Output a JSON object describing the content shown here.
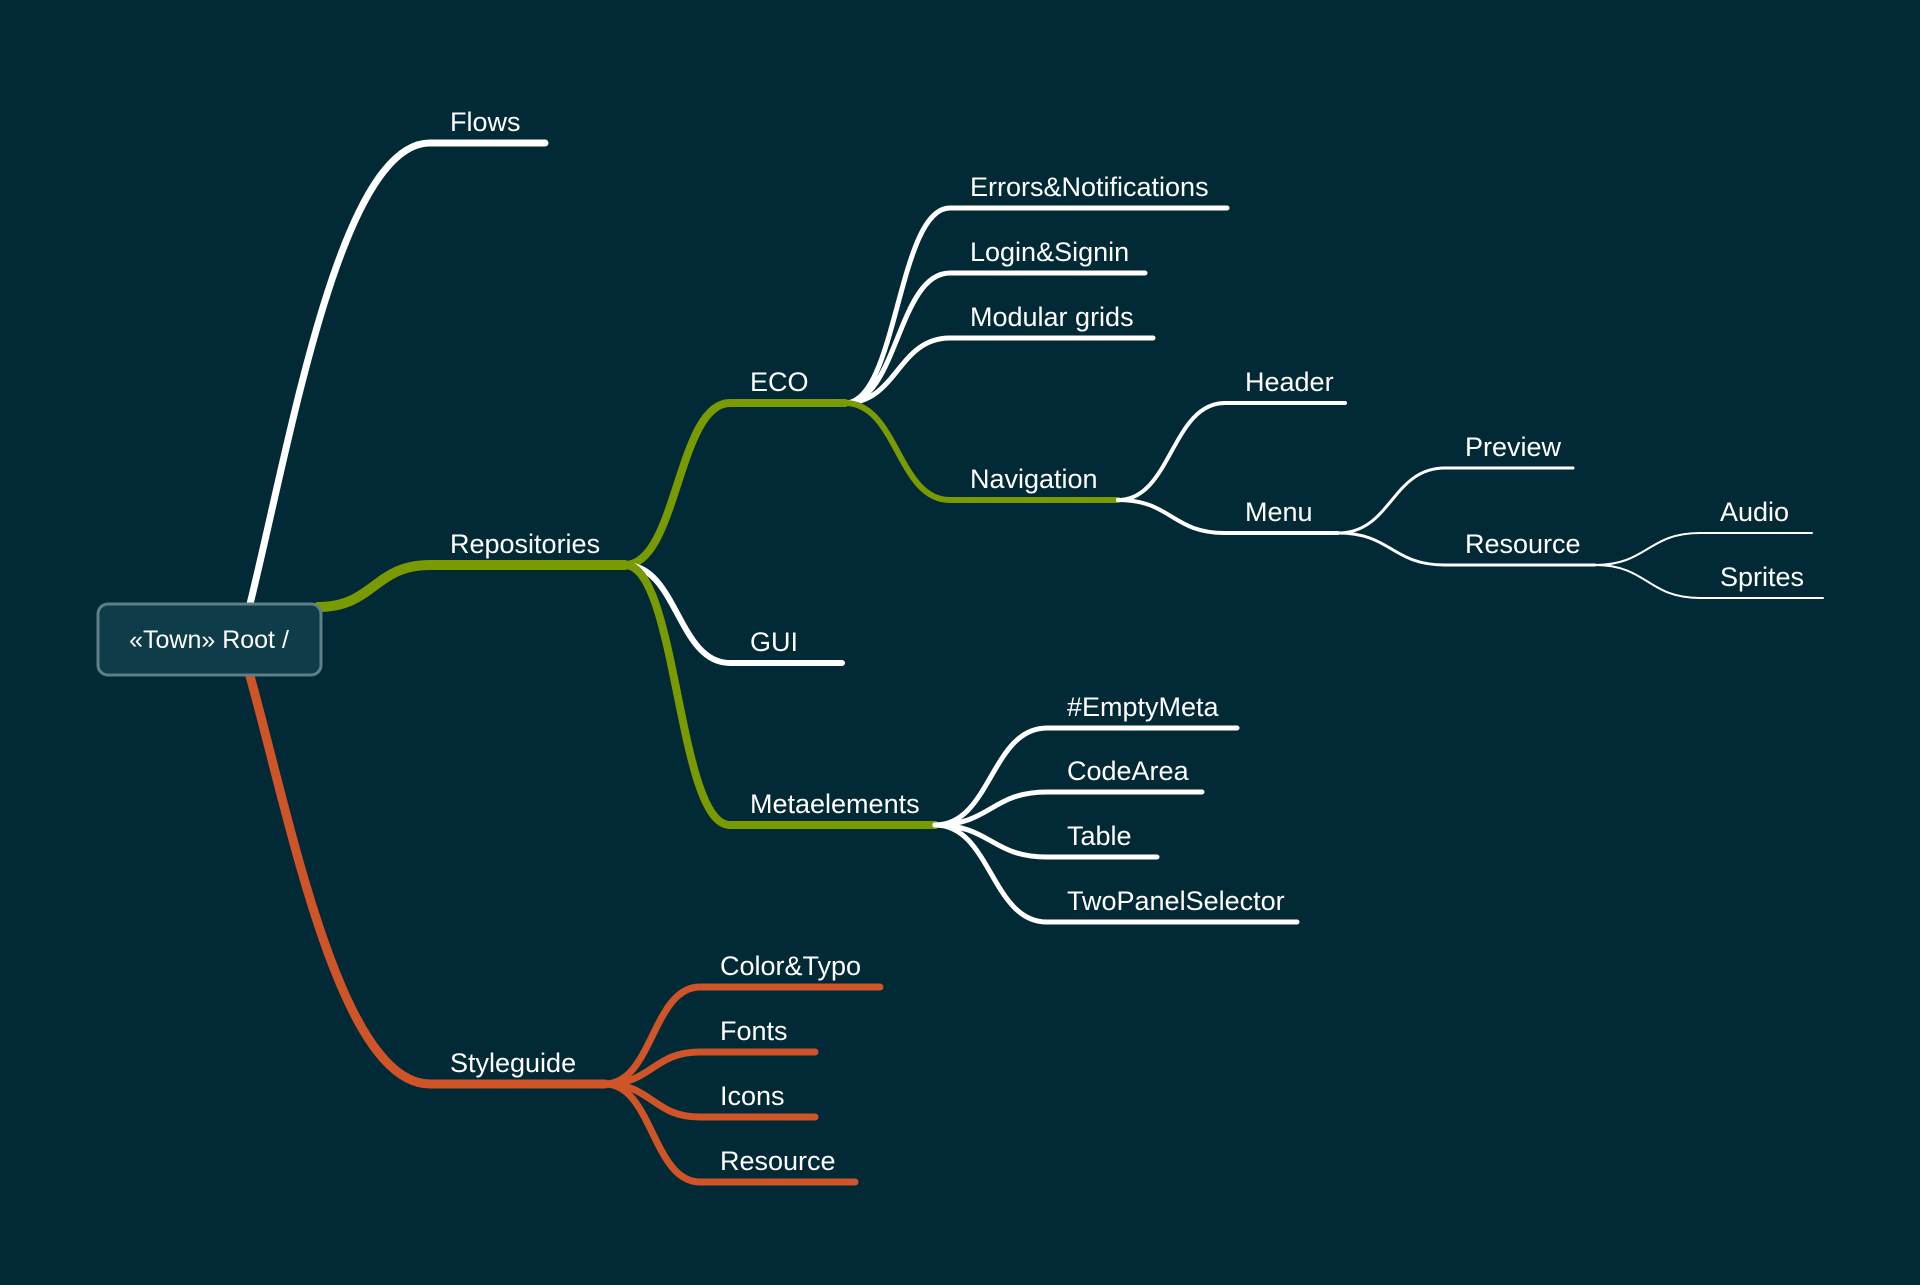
{
  "colors": {
    "background": "#022a36",
    "default_branch": "#ffffff",
    "repositories_branch": "#7a9a01",
    "styleguide_branch": "#cf5427"
  },
  "root": {
    "label": "«Town» Root /"
  },
  "nodes": [
    {
      "id": "flows",
      "label": "Flows",
      "parent": "root",
      "color": "#ffffff"
    },
    {
      "id": "repositories",
      "label": "Repositories",
      "parent": "root",
      "color": "#7a9a01"
    },
    {
      "id": "styleguide",
      "label": "Styleguide",
      "parent": "root",
      "color": "#cf5427"
    },
    {
      "id": "eco",
      "label": "ECO",
      "parent": "repositories",
      "color": "#7a9a01"
    },
    {
      "id": "gui",
      "label": "GUI",
      "parent": "repositories",
      "color": "#ffffff"
    },
    {
      "id": "metaelements",
      "label": "Metaelements",
      "parent": "repositories",
      "color": "#7a9a01"
    },
    {
      "id": "errors",
      "label": "Errors&Notifications",
      "parent": "eco",
      "color": "#ffffff"
    },
    {
      "id": "login",
      "label": "Login&Signin",
      "parent": "eco",
      "color": "#ffffff"
    },
    {
      "id": "grids",
      "label": "Modular grids",
      "parent": "eco",
      "color": "#ffffff"
    },
    {
      "id": "navigation",
      "label": "Navigation",
      "parent": "eco",
      "color": "#7a9a01"
    },
    {
      "id": "header",
      "label": "Header",
      "parent": "navigation",
      "color": "#ffffff"
    },
    {
      "id": "menu",
      "label": "Menu",
      "parent": "navigation",
      "color": "#ffffff"
    },
    {
      "id": "preview",
      "label": "Preview",
      "parent": "menu",
      "color": "#ffffff"
    },
    {
      "id": "menu-resource",
      "label": "Resource",
      "parent": "menu",
      "color": "#ffffff"
    },
    {
      "id": "audio",
      "label": "Audio",
      "parent": "menu-resource",
      "color": "#ffffff"
    },
    {
      "id": "sprites",
      "label": "Sprites",
      "parent": "menu-resource",
      "color": "#ffffff"
    },
    {
      "id": "emptymeta",
      "label": "#EmptyMeta",
      "parent": "metaelements",
      "color": "#ffffff"
    },
    {
      "id": "codearea",
      "label": "CodeArea",
      "parent": "metaelements",
      "color": "#ffffff"
    },
    {
      "id": "table",
      "label": "Table",
      "parent": "metaelements",
      "color": "#ffffff"
    },
    {
      "id": "twopanel",
      "label": "TwoPanelSelector",
      "parent": "metaelements",
      "color": "#ffffff"
    },
    {
      "id": "colortypo",
      "label": "Color&Typo",
      "parent": "styleguide",
      "color": "#cf5427"
    },
    {
      "id": "fonts",
      "label": "Fonts",
      "parent": "styleguide",
      "color": "#cf5427"
    },
    {
      "id": "icons",
      "label": "Icons",
      "parent": "styleguide",
      "color": "#cf5427"
    },
    {
      "id": "sg-resource",
      "label": "Resource",
      "parent": "styleguide",
      "color": "#cf5427"
    }
  ]
}
